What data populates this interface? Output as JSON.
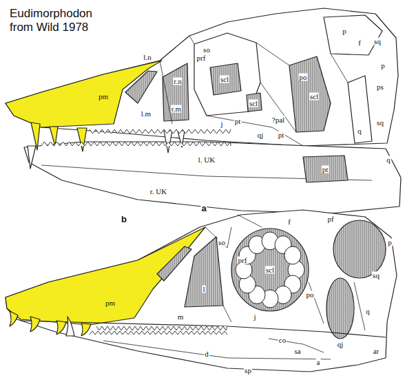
{
  "diagram": {
    "title": "Eudimorphodon from Wild 1978",
    "labels": [
      "l.n",
      "so",
      "r.n",
      "prf",
      "scl",
      "scl",
      "r.m",
      "l.m",
      "pm",
      "j",
      "pt",
      "qj",
      "pt",
      "?pal",
      "scl",
      "po",
      "p",
      "f",
      "sq",
      "p",
      "ps",
      "q",
      "sq",
      "l. UK",
      "pt",
      "q",
      "r. UK",
      "a",
      "b",
      "f",
      "p",
      "so",
      "prf",
      "pf",
      "sq",
      "pm",
      "l",
      "scl",
      "po",
      "q",
      "m",
      "j",
      "qj",
      "co",
      "sa",
      "a",
      "ar",
      "d",
      "sp"
    ]
  }
}
